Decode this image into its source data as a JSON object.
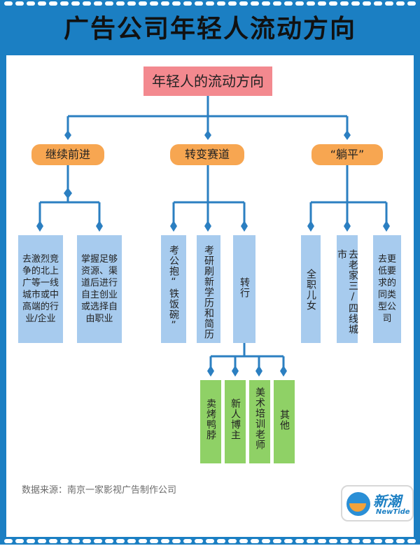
{
  "title": "广告公司年轻人流动方向",
  "root": "年轻人的流动方向",
  "branches": [
    {
      "label": "继续前进",
      "children": [
        "去激烈竞争的北上广等一线城市或中高端的行业/企业",
        "掌握足够资源、渠道后进行自主创业或选择自由职业"
      ]
    },
    {
      "label": "转变赛道",
      "children": [
        "考公抱“铁饭碗”",
        "考研刷新学历和简历",
        "转行"
      ]
    },
    {
      "label": "“躺平”",
      "children": [
        "全职儿女",
        "去老家三/四线城市",
        "去更低要求的同类型公司"
      ]
    }
  ],
  "career_change": [
    "卖烤鸭脖",
    "新人博主",
    "美术培训老师",
    "其他"
  ],
  "source": "数据来源：南京一家影视广告制作公司",
  "logo": {
    "cn": "新潮",
    "en": "NewTide"
  },
  "watermark": "新潮",
  "colors": {
    "frame": "#1b7fc3",
    "root": "#f3898f",
    "branch": "#f7a651",
    "leaf": "#a7cbee",
    "career": "#8fd166",
    "connector": "#2b7fc1"
  }
}
